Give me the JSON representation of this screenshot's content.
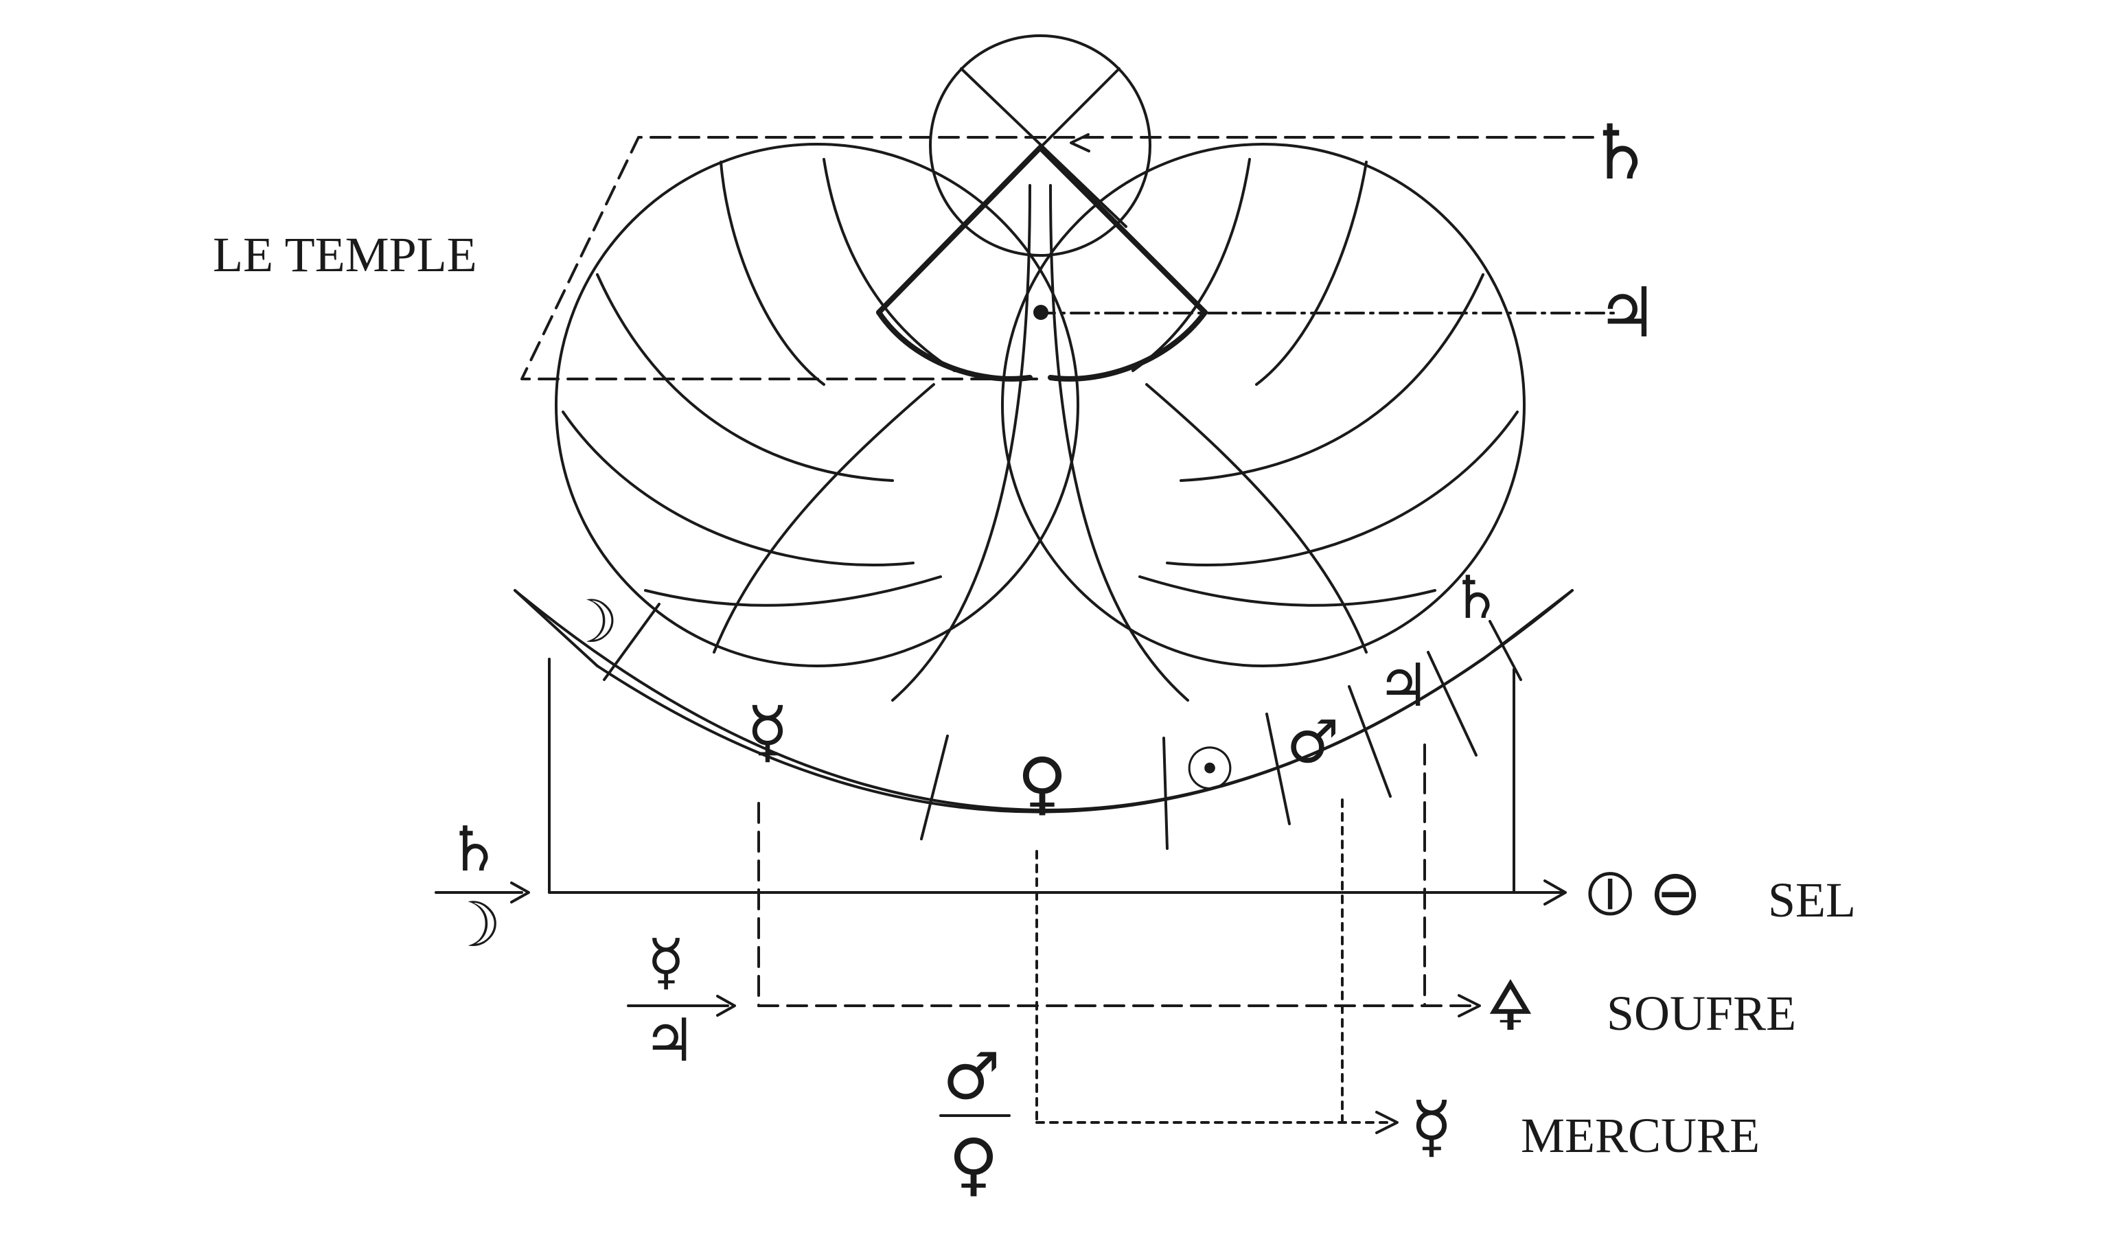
{
  "labels": {
    "temple": "LE TEMPLE",
    "sel": "SEL",
    "soufre": "SOUFRE",
    "mercure": "MERCURE"
  },
  "band_symbols": [
    "☽",
    "☿",
    "♀",
    "☉",
    "♂",
    "♃",
    "♄"
  ],
  "planet_markers": {
    "saturn": "♄",
    "jupiter": "♃"
  },
  "fractions": {
    "saturn_over_moon": {
      "top": "♄",
      "bottom": "☽"
    },
    "mercury_over_jupiter": {
      "top": "☿",
      "bottom": "♃"
    },
    "mars_over_venus": {
      "top": "♂",
      "bottom": "♀"
    }
  },
  "result_symbols": {
    "salt_1": "⦶",
    "salt_2": "⊖",
    "sulfur": "🜍",
    "mercury": "☿"
  },
  "icons": [
    "moon-icon",
    "mercury-icon",
    "venus-icon",
    "sun-icon",
    "mars-icon",
    "jupiter-icon",
    "saturn-icon",
    "salt-icon",
    "sulfur-icon"
  ]
}
